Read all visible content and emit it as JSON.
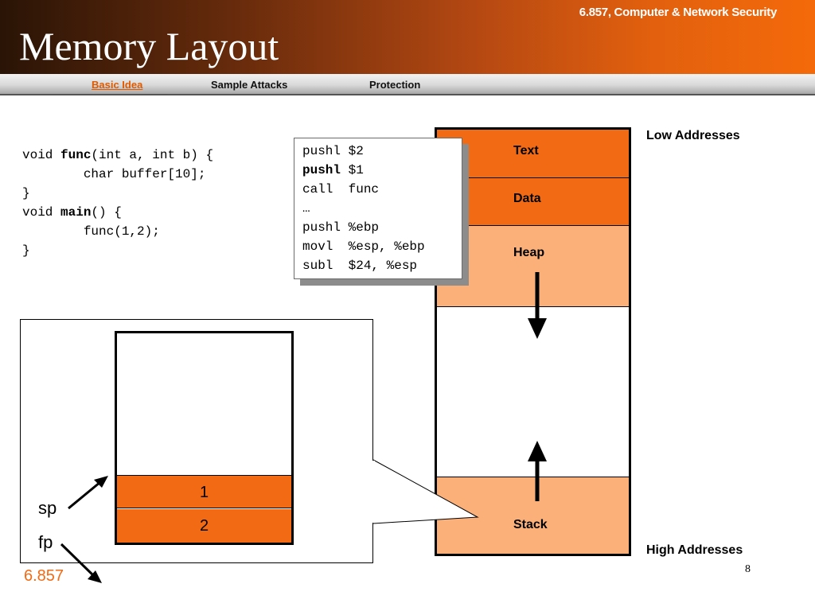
{
  "header": {
    "course": "6.857, Computer & Network Security",
    "title": "Memory Layout"
  },
  "nav": {
    "items": [
      {
        "label": "Basic Idea",
        "active": true
      },
      {
        "label": "Sample Attacks",
        "active": false
      },
      {
        "label": "Protection",
        "active": false
      }
    ]
  },
  "code": {
    "l1_pre": "void ",
    "l1_fn": "func",
    "l1_post": "(int a, int b) {",
    "l2": "        char buffer[10];",
    "l3": "}",
    "l4_pre": "void ",
    "l4_fn": "main",
    "l4_post": "() {",
    "l5": "        func(1,2);",
    "l6": "}"
  },
  "asm": {
    "l1": "pushl $2",
    "l2_op": "pushl",
    "l2_arg": " $1",
    "l3": "call  func",
    "l4": "…",
    "l5": "pushl %ebp",
    "l6": "movl  %esp, %ebp",
    "l7": "subl  $24, %esp"
  },
  "memory": {
    "segments": {
      "text": "Text",
      "data": "Data",
      "heap": "Heap",
      "stack": "Stack"
    },
    "low": "Low Addresses",
    "high": "High Addresses"
  },
  "stack_detail": {
    "slot1": "1",
    "slot2": "2",
    "sp": "sp",
    "fp": "fp"
  },
  "footer": {
    "course_num": "6.857",
    "page": "8"
  },
  "colors": {
    "accent": "#f26a14",
    "light_accent": "#fbb07a",
    "nav_active": "#e05a00"
  }
}
